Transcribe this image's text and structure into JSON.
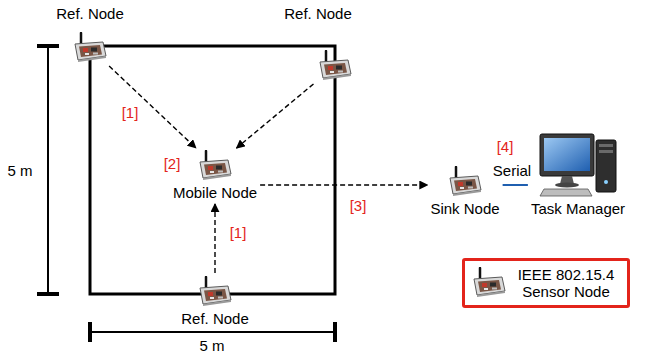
{
  "diagram": {
    "nodes": [
      {
        "text": [
          "Ref. Node"
        ]
      },
      {
        "text": [
          "Ref. Node"
        ]
      },
      {
        "text": [
          "Mobile Node"
        ]
      },
      {
        "text": [
          "Sink Node"
        ]
      },
      {
        "text": [
          "Task Manager"
        ]
      },
      {
        "text": [
          "Ref. Node"
        ]
      }
    ],
    "edges": [
      {
        "from": 0,
        "to": 2,
        "arrow": "to",
        "label": "[1]"
      },
      {
        "from": 1,
        "to": 2,
        "arrow": "to"
      },
      {
        "from": 5,
        "to": 2,
        "arrow": "to",
        "label": "[1]"
      },
      {
        "from": 2,
        "to": 3,
        "arrow": "to",
        "label": "[3]"
      },
      {
        "from": 3,
        "to": 4,
        "arrow": "none",
        "label": "Serial"
      }
    ],
    "labels": [
      "[2]",
      "[4]",
      "5 m",
      "5 m"
    ],
    "legend": [
      {
        "text": "IEEE 802.15.4 Sensor Node"
      }
    ]
  }
}
